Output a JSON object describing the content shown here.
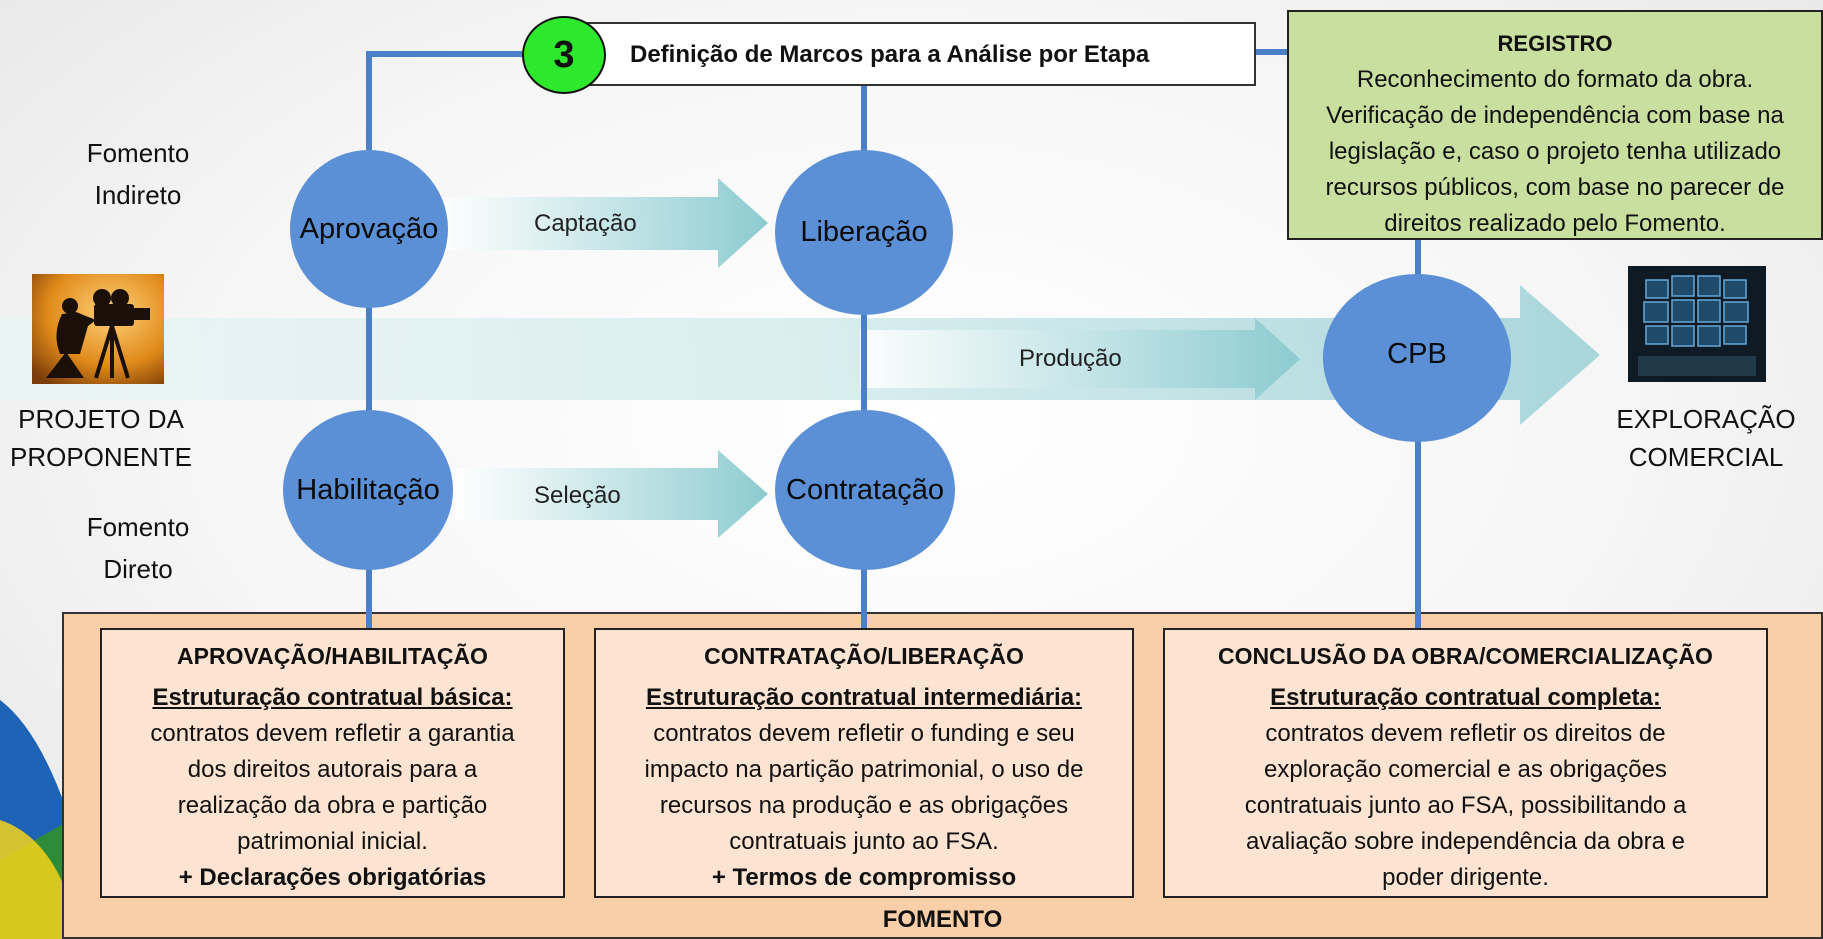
{
  "milestone": {
    "number": "3",
    "title": "Definição de Marcos para a Análise por Etapa"
  },
  "registro": {
    "heading": "REGISTRO",
    "lines": [
      "Reconhecimento do formato da obra.",
      "Verificação de independência com base na",
      "legislação e, caso o projeto tenha utilizado",
      "recursos públicos, com base no parecer de",
      "direitos realizado pelo Fomento."
    ]
  },
  "side_labels": {
    "fomento_indireto": [
      "Fomento",
      "Indireto"
    ],
    "fomento_direto": [
      "Fomento",
      "Direto"
    ],
    "projeto": [
      "PROJETO DA",
      "PROPONENTE"
    ],
    "exploracao": [
      "EXPLORAÇÃO",
      "COMERCIAL"
    ]
  },
  "nodes": {
    "aprovacao": "Aprovação",
    "liberacao": "Liberação",
    "habilitacao": "Habilitação",
    "contratacao": "Contratação",
    "cpb": "CPB"
  },
  "arrows": {
    "captacao": "Captação",
    "selecao": "Seleção",
    "producao": "Produção"
  },
  "fomento": {
    "label": "FOMENTO",
    "panels": [
      {
        "heading": "APROVAÇÃO/HABILITAÇÃO",
        "subheading": "Estruturação contratual básica:",
        "lines": [
          "contratos devem refletir a garantia",
          "dos direitos autorais para a",
          "realização da obra e partição",
          "patrimonial inicial."
        ],
        "extra": "+ Declarações obrigatórias"
      },
      {
        "heading": "CONTRATAÇÃO/LIBERAÇÃO",
        "subheading": "Estruturação contratual intermediária:",
        "lines": [
          "contratos devem refletir o funding e seu",
          "impacto na partição patrimonial, o uso de",
          "recursos na produção e as obrigações",
          "contratuais  junto ao FSA."
        ],
        "extra": "+ Termos de compromisso"
      },
      {
        "heading": "CONCLUSÃO DA OBRA/COMERCIALIZAÇÃO",
        "subheading": "Estruturação contratual completa:",
        "lines": [
          "contratos devem refletir os direitos de",
          "exploração comercial e as obrigações",
          "contratuais  junto ao FSA, possibilitando a",
          "avaliação sobre independência da obra e",
          "poder dirigente."
        ],
        "extra": ""
      }
    ]
  },
  "colors": {
    "node": "#5b8fd6",
    "line": "#4a80c8",
    "arrow": "#8ccbd0",
    "registro_bg": "#c8dfa0",
    "fomento_bg": "#f9cfaa",
    "panel_bg": "#fde4d2",
    "badge": "#2ee82e"
  },
  "icons": {
    "projeto": "film-camera-icon",
    "exploracao": "video-wall-icon"
  }
}
